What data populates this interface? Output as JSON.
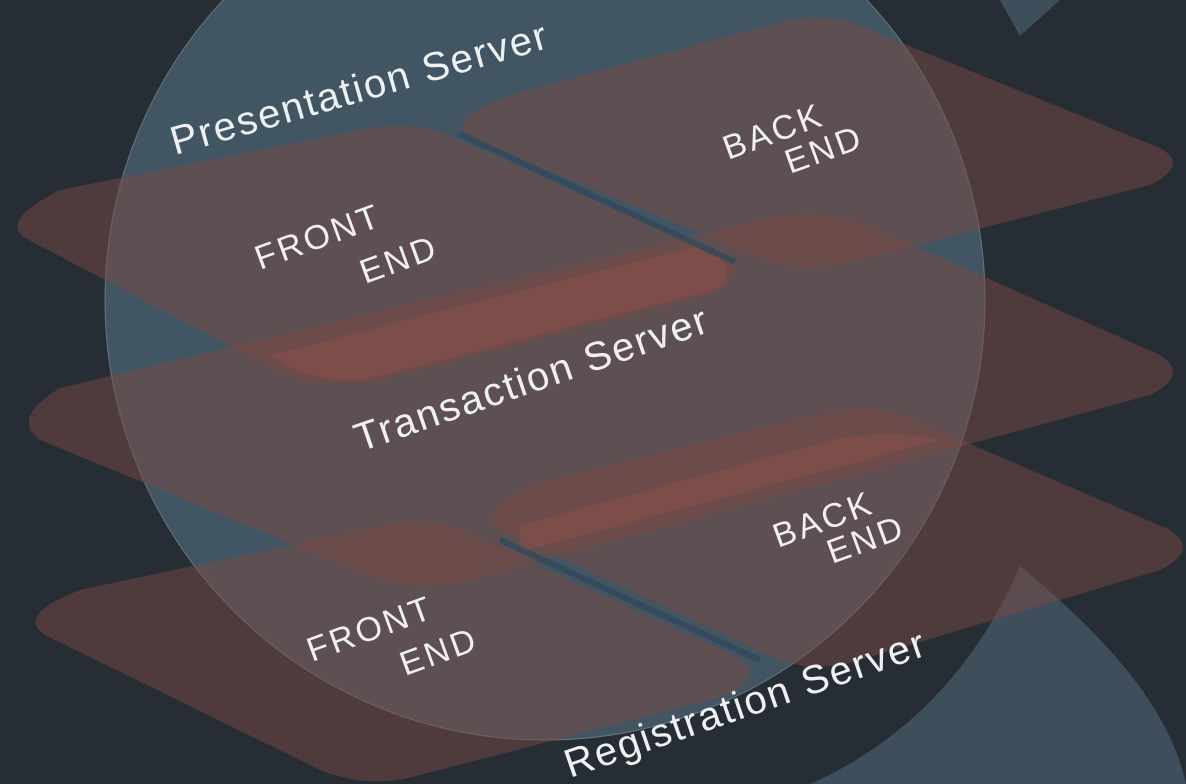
{
  "diagram": {
    "colors": {
      "background": "#262d35",
      "globe": "#4d6575",
      "panel": "#7a4a44",
      "panel_highlight": "#9a5148",
      "text": "#eef0f2"
    },
    "servers": {
      "presentation": "Presentation Server",
      "transaction": "Transaction Server",
      "registration": "Registration Server"
    },
    "modules": {
      "top_front_end": [
        "FRONT",
        "END"
      ],
      "top_back_end": [
        "BACK",
        "END"
      ],
      "bottom_front_end": [
        "FRONT",
        "END"
      ],
      "bottom_back_end": [
        "BACK",
        "END"
      ]
    }
  }
}
